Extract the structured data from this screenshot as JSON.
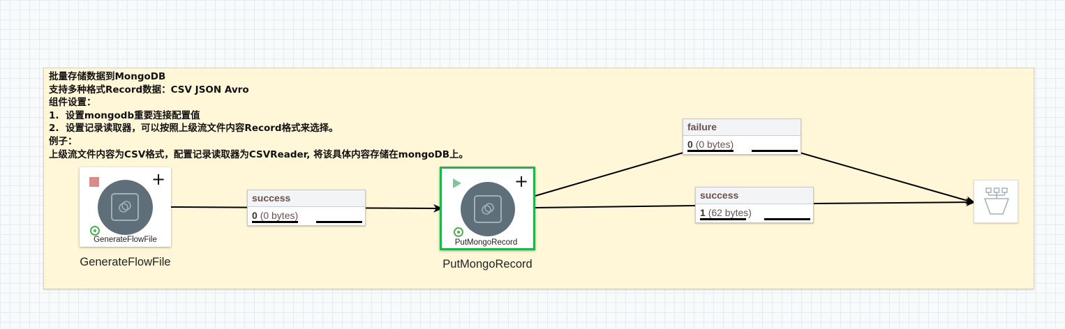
{
  "label": {
    "lines": [
      "批量存储数据到MongoDB",
      "支持多种格式Record数据：CSV JSON Avro",
      "组件设置：",
      "1.  设置mongodb重要连接配置值",
      "2.  设置记录读取器，可以按照上级流文件内容Record格式来选择。",
      "例子：",
      "上级流文件内容为CSV格式，配置记录读取器为CSVReader, 将该具体内容存储在mongoDB上。"
    ]
  },
  "processors": {
    "generate": {
      "name": "GenerateFlowFile",
      "state": "stopped"
    },
    "put_mongo": {
      "name": "PutMongoRecord",
      "state": "running",
      "selected": true
    }
  },
  "connections": {
    "gen_to_put": {
      "relationship": "success",
      "count": "0",
      "size": "(0 bytes)"
    },
    "put_failure": {
      "relationship": "failure",
      "count": "0",
      "size": "(0 bytes)"
    },
    "put_success": {
      "relationship": "success",
      "count": "1",
      "size": "(62 bytes)"
    }
  },
  "icons": {
    "processor": "processor-icon",
    "add": "plus-icon",
    "stop": "stop-icon",
    "play": "play-icon",
    "status": "valid-status-icon",
    "funnel": "funnel-icon"
  },
  "colors": {
    "canvas": "#f9fafb",
    "label_bg": "#fff7d7",
    "selected_border": "#1eb64a",
    "processor_circle": "#5e6f7a",
    "relationship_text": "#6a5050"
  }
}
